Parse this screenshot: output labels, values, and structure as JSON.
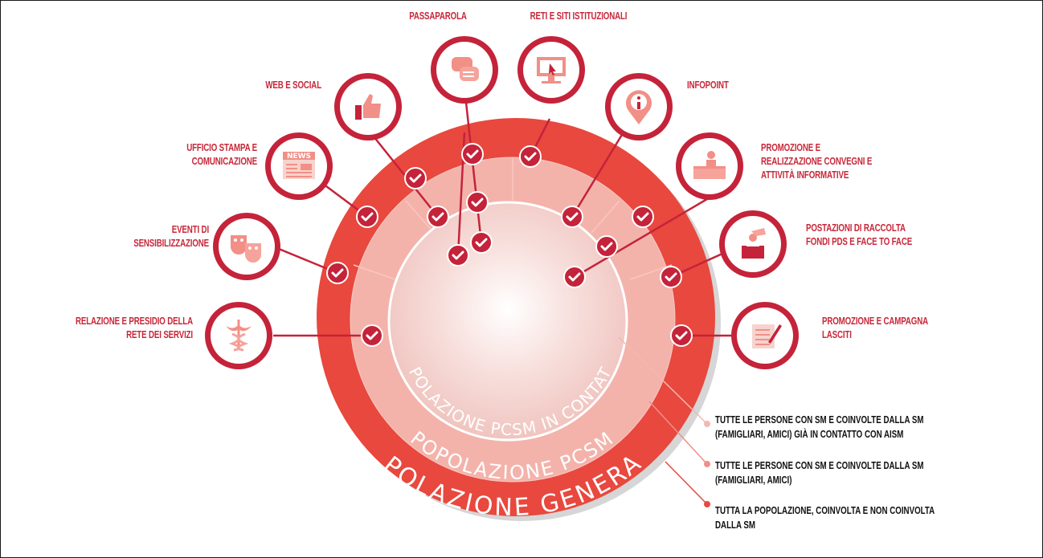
{
  "rings": {
    "inner": "POPOLAZIONE PCSM IN CONTATTO",
    "middle": "POPOLAZIONE PCSM",
    "outer": "POPOLAZIONE GENERALE"
  },
  "channels": {
    "passaparola": [
      "PASSAPAROLA"
    ],
    "reti": [
      "RETI E SITI ISTITUZIONALI"
    ],
    "web": [
      "WEB E SOCIAL"
    ],
    "infopoint": [
      "INFOPOINT"
    ],
    "ufficio": [
      "UFFICIO STAMPA E",
      "COMUNICAZIONE"
    ],
    "promozione_convegni": [
      "PROMOZIONE E",
      "REALIZZAZIONE CONVEGNI E",
      "ATTIVITÀ INFORMATIVE"
    ],
    "eventi": [
      "EVENTI DI",
      "SENSIBILIZZAZIONE"
    ],
    "postazioni": [
      "POSTAZIONI DI RACCOLTA",
      "FONDI PDS E FACE TO FACE"
    ],
    "relazione": [
      "RELAZIONE E PRESIDIO DELLA",
      "RETE DEI SERVIZI"
    ],
    "lasciti": [
      "PROMOZIONE E CAMPAGNA",
      "LASCITI"
    ]
  },
  "legend": [
    [
      "TUTTE LE PERSONE CON SM E COINVOLTE DALLA SM",
      "(FAMIGLIARI, AMICI) GIÀ IN CONTATTO CON AISM"
    ],
    [
      "TUTTE LE PERSONE CON SM E COINVOLTE DALLA SM",
      "(FAMIGLIARI, AMICI)"
    ],
    [
      "TUTTA LA POPOLAZIONE, COINVOLTA E NON COINVOLTA",
      "DALLA SM"
    ]
  ],
  "colors": {
    "red": "#e8483e",
    "dark_red": "#c4233a",
    "pink": "#f3b3ab",
    "light_pink": "#f6d3ce",
    "icon_fill": "#f28f86"
  }
}
